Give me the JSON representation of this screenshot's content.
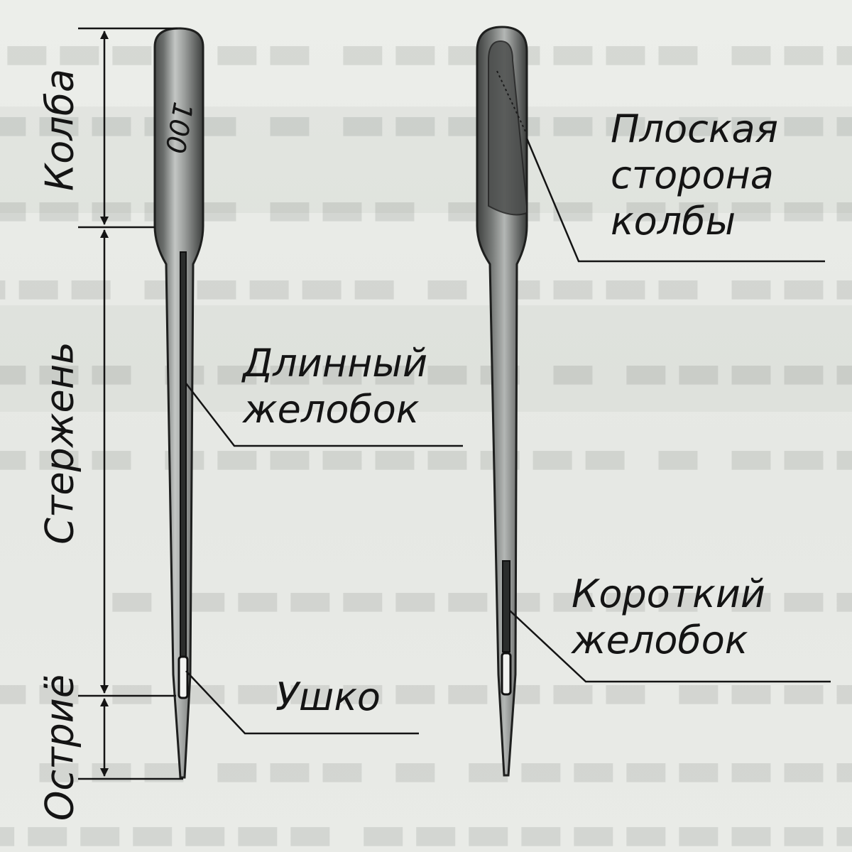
{
  "needle_left": {
    "size_number": "100",
    "dimension_labels": {
      "kolba": "Колба",
      "sterzhen": "Стержень",
      "ostrie": "Остриё"
    },
    "callouts": {
      "long_groove": [
        "Длинный",
        "желобок"
      ],
      "eye": "Ушко"
    }
  },
  "needle_right": {
    "callouts": {
      "flat_side": [
        "Плоская",
        "сторона",
        "колбы"
      ],
      "short_groove": [
        "Короткий",
        "желобок"
      ]
    }
  },
  "colors": {
    "ink": "#141414",
    "metal_dark": "#3d3f3e",
    "metal_light": "#b9bcba",
    "paper": "#e9ebe8"
  }
}
